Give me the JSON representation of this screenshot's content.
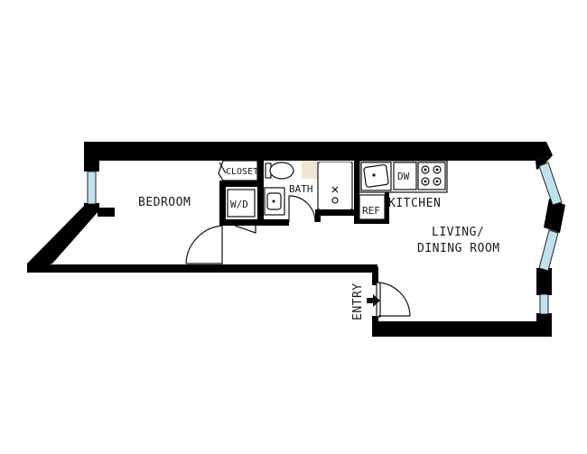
{
  "floorplan": {
    "rooms": {
      "bedroom": "BEDROOM",
      "closet": "CLOSET",
      "bath": "BATH",
      "kitchen": "KITCHEN",
      "living_line1": "LIVING/",
      "living_line2": "DINING ROOM",
      "entry": "ENTRY"
    },
    "fixtures": {
      "washer_dryer": "W/D",
      "dishwasher": "DW",
      "refrigerator": "REF"
    },
    "colors": {
      "wall": "#000000",
      "window_glass": "#bfe3ee",
      "background": "#ffffff"
    }
  }
}
